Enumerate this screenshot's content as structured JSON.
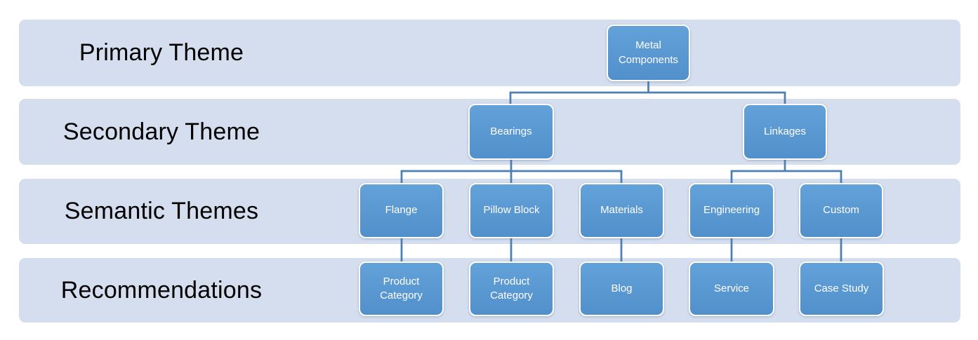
{
  "bands": [
    {
      "label": "Primary Theme"
    },
    {
      "label": "Secondary Theme"
    },
    {
      "label": "Semantic Themes"
    },
    {
      "label": "Recommendations"
    }
  ],
  "nodes": {
    "root": {
      "label": "Metal Components"
    },
    "bearings": {
      "label": "Bearings"
    },
    "linkages": {
      "label": "Linkages"
    },
    "flange": {
      "label": "Flange"
    },
    "pillow_block": {
      "label": "Pillow Block"
    },
    "materials": {
      "label": "Materials"
    },
    "engineering": {
      "label": "Engineering"
    },
    "custom": {
      "label": "Custom"
    },
    "product_category_1": {
      "label": "Product Category"
    },
    "product_category_2": {
      "label": "Product Category"
    },
    "blog": {
      "label": "Blog"
    },
    "service": {
      "label": "Service"
    },
    "case_study": {
      "label": "Case Study"
    }
  },
  "hierarchy": {
    "root": [
      "bearings",
      "linkages"
    ],
    "bearings": [
      "flange",
      "pillow_block",
      "materials"
    ],
    "linkages": [
      "engineering",
      "custom"
    ],
    "flange": [
      "product_category_1"
    ],
    "pillow_block": [
      "product_category_2"
    ],
    "materials": [
      "blog"
    ],
    "engineering": [
      "service"
    ],
    "custom": [
      "case_study"
    ]
  },
  "colors": {
    "band_fill": "#d5deef",
    "band_text": "#000000",
    "node_fill_top": "#63a1d9",
    "node_fill_bottom": "#5290cc",
    "node_border": "#ffffff",
    "node_text": "#ffffff",
    "connector": "#4d7fb1",
    "background": "#ffffff"
  }
}
